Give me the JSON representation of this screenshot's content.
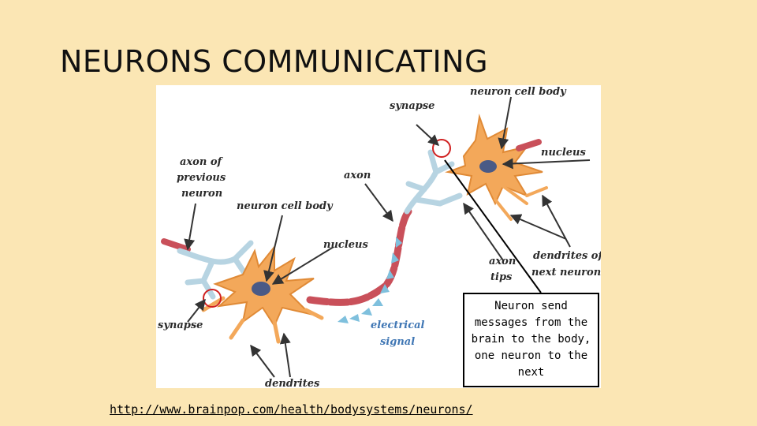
{
  "slide": {
    "title": "NEURONS COMMUNICATING",
    "callout_text": "Neuron send messages from the brain to the body, one neuron to the next",
    "source_url": "http://www.brainpop.com/health/bodysystems/neurons/"
  },
  "diagram": {
    "labels": {
      "synapse_top": "synapse",
      "neuron_cell_body_top": "neuron cell body",
      "nucleus_right": "nucleus",
      "axon_of": "axon of",
      "previous": "previous",
      "neuron": "neuron",
      "axon_mid": "axon",
      "neuron_cell_body_mid": "neuron cell body",
      "nucleus_mid": "nucleus",
      "axon": "axon",
      "tips": "tips",
      "dendrites_of": "dendrites of",
      "next_neuron": "next neuron",
      "synapse_left": "synapse",
      "electrical": "electrical",
      "signal": "signal",
      "dendrites_bottom": "dendrites"
    },
    "colors": {
      "cell_body": "#f3a85a",
      "nucleus": "#4a5a86",
      "axon_segment": "#c9505a",
      "dendrite_blue": "#b7d4e2",
      "signal_arrow": "#7fc0dd",
      "synapse_circle": "#d02020",
      "background": "#fbe6b4"
    }
  }
}
